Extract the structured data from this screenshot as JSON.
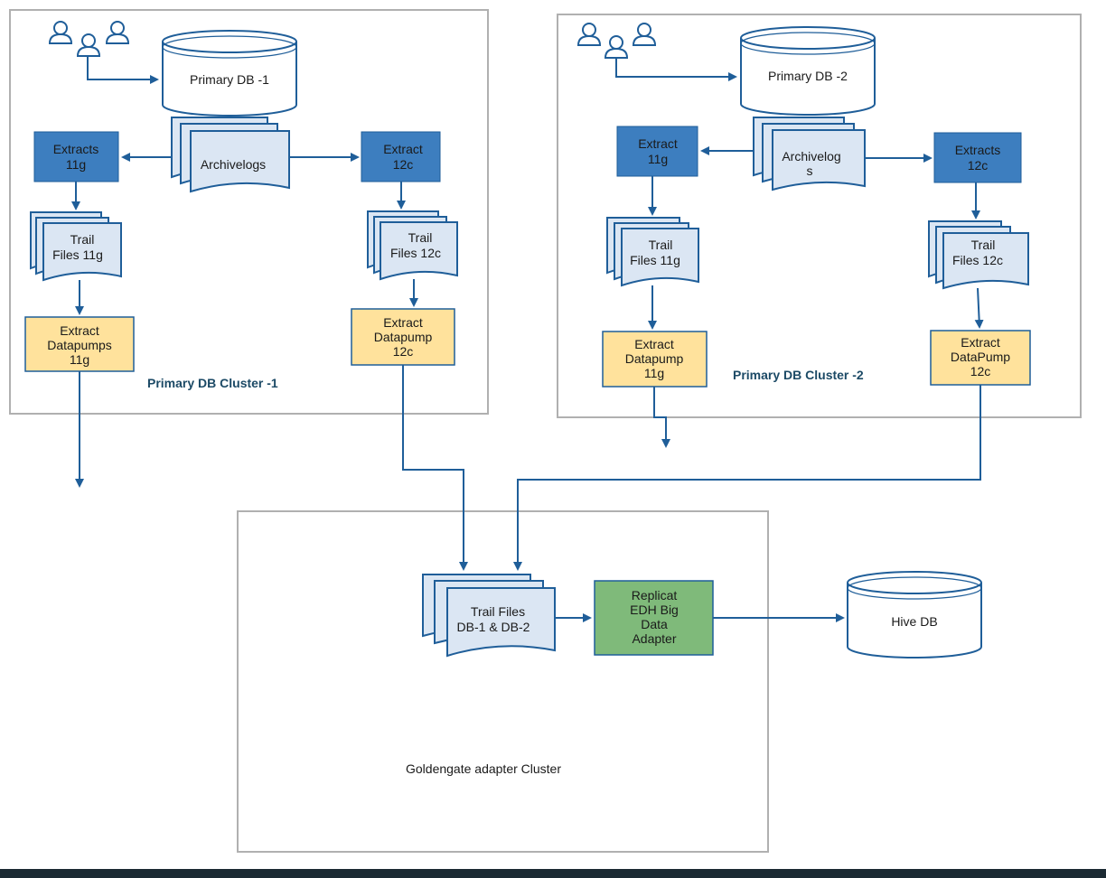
{
  "colors": {
    "extract_blue": "#3d7ebf",
    "pump_yellow": "#ffe29c",
    "replicat_green": "#7fba7a",
    "doc_fill": "#dbe6f3",
    "arrow": "#1f5e99",
    "cluster_border": "#b0b0b0"
  },
  "cluster1": {
    "label": "Primary DB Cluster -1",
    "db": "Primary DB -1",
    "archivelogs": "Archivelogs",
    "extract_11g": [
      "Extracts",
      "11g"
    ],
    "extract_12c": [
      "Extract",
      "12c"
    ],
    "trail_11g": [
      "Trail",
      "Files 11g"
    ],
    "trail_12c": [
      "Trail",
      "Files 12c"
    ],
    "pump_11g": [
      "Extract",
      "Datapumps",
      "11g"
    ],
    "pump_12c": [
      "Extract",
      "Datapump",
      "12c"
    ]
  },
  "cluster2": {
    "label": "Primary DB Cluster -2",
    "db": "Primary DB -2",
    "archivelogs": [
      "Archivelog",
      "s"
    ],
    "extract_11g": [
      "Extract",
      "11g"
    ],
    "extract_12c": [
      "Extracts",
      "12c"
    ],
    "trail_11g": [
      "Trail",
      "Files 11g"
    ],
    "trail_12c": [
      "Trail",
      "Files 12c"
    ],
    "pump_11g": [
      "Extract",
      "Datapump",
      "11g"
    ],
    "pump_12c": [
      "Extract",
      "DataPump",
      "12c"
    ]
  },
  "adapter_cluster": {
    "label": "Goldengate adapter Cluster",
    "trail_files": [
      "Trail Files",
      "DB-1 & DB-2"
    ],
    "replicat": [
      "Replicat",
      "EDH Big",
      "Data",
      "Adapter"
    ]
  },
  "hive": {
    "label": "Hive DB"
  }
}
